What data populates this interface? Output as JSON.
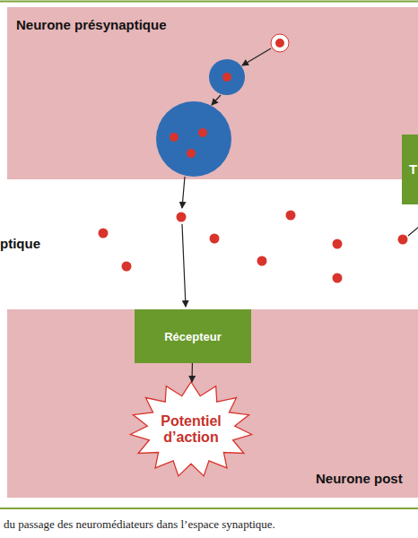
{
  "diagram": {
    "caption": "du passage des neuromédiateurs dans l’espace synaptique.",
    "nodes": [
      {
        "text": [
          "Neurone présynaptique"
        ]
      },
      {
        "text": [
          "T"
        ]
      },
      {
        "text": [
          "Neurone post"
        ]
      },
      {
        "text": [
          "Récepteur"
        ],
        "in": 2
      },
      {
        "text": [
          "Potentiel d’action"
        ],
        "in": 2
      }
    ],
    "edges": [
      {
        "from": 3,
        "to": 4,
        "arrow": "to"
      }
    ],
    "labels": [
      "ptique"
    ]
  }
}
